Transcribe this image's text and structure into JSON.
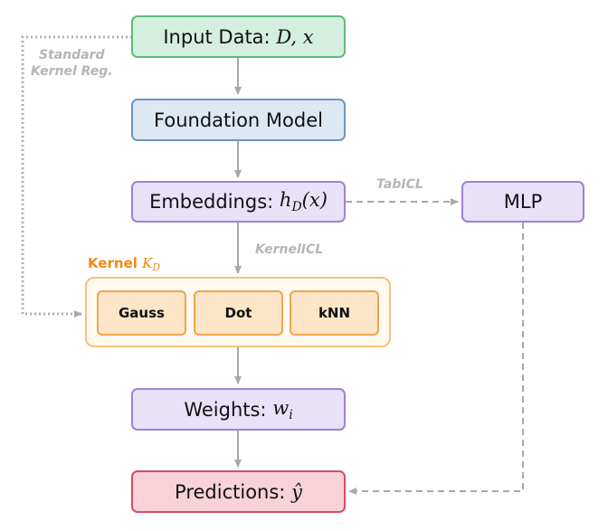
{
  "nodes": {
    "input": {
      "label": "Input Data:",
      "math": "D, x"
    },
    "foundation": {
      "label": "Foundation Model"
    },
    "embeddings": {
      "label": "Embeddings:",
      "math_main": "h",
      "math_sub": "D",
      "math_tail": "(x)"
    },
    "mlp": {
      "label": "MLP"
    },
    "weights": {
      "label": "Weights:",
      "math_main": "w",
      "math_sub": "i"
    },
    "predictions": {
      "label": "Predictions:",
      "math": "ŷ"
    }
  },
  "kernel": {
    "title": "Kernel",
    "title_math_main": "K",
    "title_math_sub": "D",
    "items": [
      "Gauss",
      "Dot",
      "kNN"
    ]
  },
  "edge_labels": {
    "standard_line1": "Standard",
    "standard_line2": "Kernel Reg.",
    "tabicl": "TabICL",
    "kernelicl": "KernelICL"
  },
  "colors": {
    "arrow": "#a8a8a8",
    "kernel_accent": "#f08a12"
  }
}
